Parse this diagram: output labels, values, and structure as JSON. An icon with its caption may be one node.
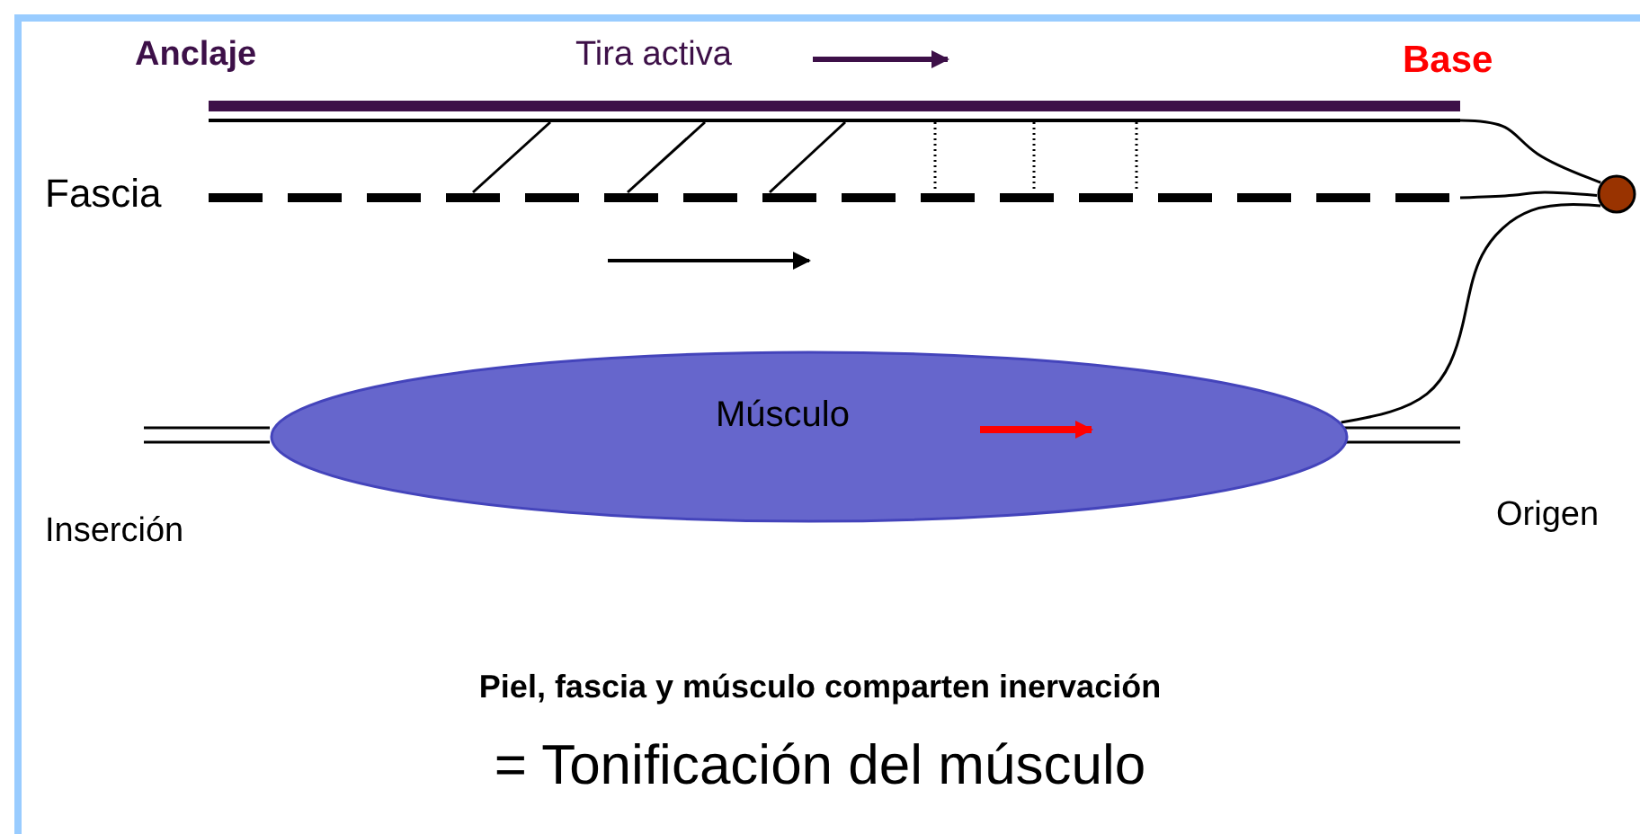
{
  "diagram": {
    "nodes": [
      {
        "text": [],
        "shape": "bar"
      },
      {
        "text": [],
        "shape": "bar"
      },
      {
        "text": [
          "Fascia"
        ]
      },
      {
        "text": [
          "Músculo"
        ]
      },
      {
        "text": [],
        "shape": "circle"
      }
    ],
    "edges": [
      {
        "from": 1,
        "to": 2,
        "arrow": "none"
      },
      {
        "from": 1,
        "to": 2,
        "arrow": "none"
      },
      {
        "from": 1,
        "to": 2,
        "arrow": "none"
      },
      {
        "from": 1,
        "to": 2,
        "arrow": "none",
        "style": "dashed"
      },
      {
        "from": 1,
        "to": 2,
        "arrow": "none",
        "style": "dashed"
      },
      {
        "from": 1,
        "to": 2,
        "arrow": "none",
        "style": "dashed"
      },
      {
        "from": 1,
        "to": 4,
        "arrow": "none"
      },
      {
        "from": 2,
        "to": 4,
        "arrow": "none"
      },
      {
        "from": 3,
        "to": 4,
        "arrow": "none"
      }
    ],
    "labels": [
      "Anclaje",
      "Tira activa",
      "Base",
      "Inserción",
      "Origen",
      "Piel, fascia y músculo comparten inervación",
      "= Tonificación del músculo"
    ]
  }
}
